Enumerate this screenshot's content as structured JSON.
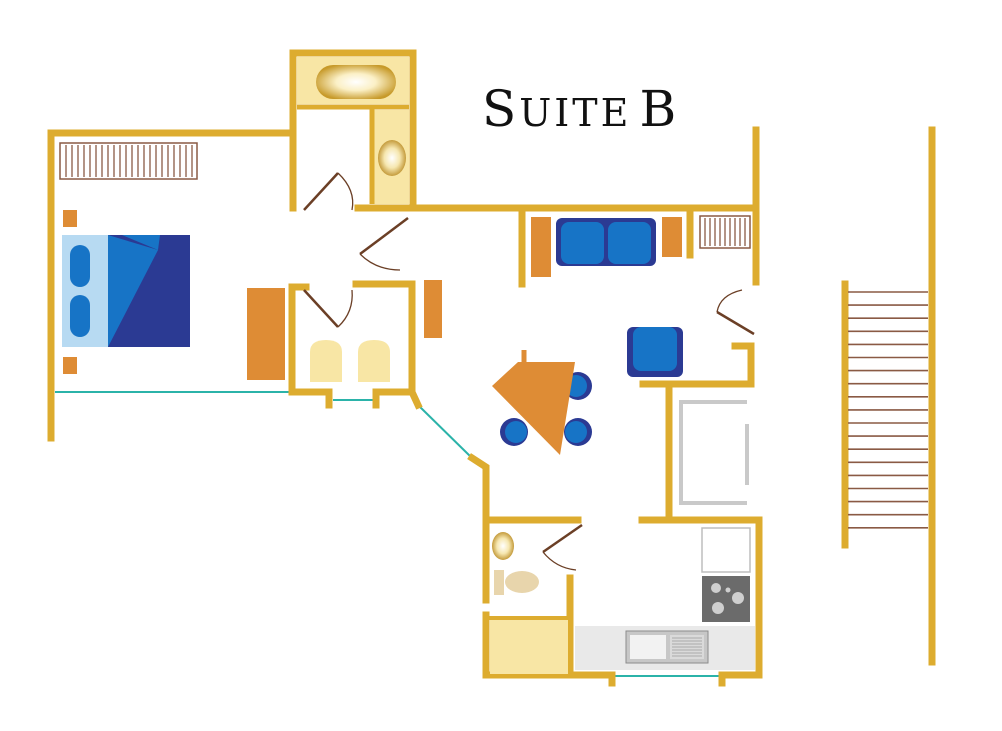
{
  "title": {
    "first_letter": "S",
    "rest": "UITE",
    "suffix": "B"
  },
  "colors": {
    "wall": "#DDAC2F",
    "window": "#2BB3A9",
    "furniture_orange": "#DE8C35",
    "furniture_blue": "#1774C6",
    "bed_dark": "#2B3A93",
    "bed_light": "#B7DAF2",
    "fixture_cream": "#F8E6A5",
    "door": "#6B3F26",
    "appliance_grey": "#C9C9C9",
    "stair_tread": "#8A5A44"
  },
  "icons": [
    "bed-icon",
    "sofa-icon",
    "armchair-icon",
    "dining-table-icon",
    "bathtub-icon",
    "toilet-icon",
    "sink-icon",
    "stove-icon",
    "fridge-icon",
    "staircase-icon",
    "radiator-icon",
    "door-swing-icon"
  ]
}
